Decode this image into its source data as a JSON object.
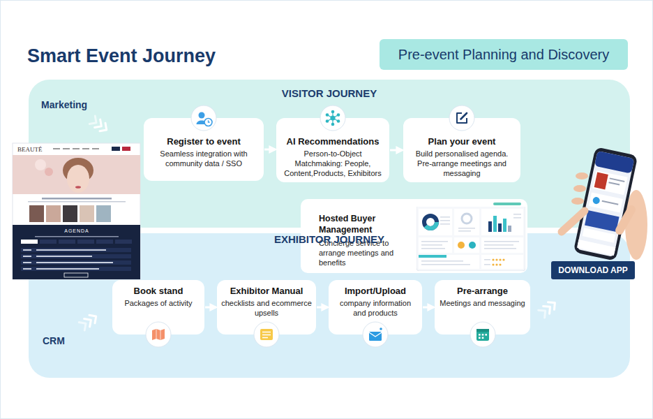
{
  "diagram": {
    "title": "Smart Event Journey",
    "nodes": [
      {
        "text": [
          "Pre-event Planning and Discovery"
        ]
      },
      {
        "text": [
          "VISITOR JOURNEY"
        ]
      },
      {
        "text": [
          "Register to event",
          "Seamless integration with community data / SSO"
        ],
        "in": 1
      },
      {
        "text": [
          "AI Recommendations",
          "Person-to-Object Matchmaking: People, Content,Products, Exhibitors"
        ],
        "in": 1
      },
      {
        "text": [
          "Plan your event",
          "Build personalised agenda. Pre-arrange meetings and messaging"
        ],
        "in": 1
      },
      {
        "text": [
          "Hosted Buyer Management",
          "Concierge service to arrange meetings and benefits"
        ]
      },
      {
        "text": [
          "EXHIBITOR JOURNEY"
        ]
      },
      {
        "text": [
          "Book stand",
          "Packages of activity"
        ],
        "in": 6
      },
      {
        "text": [
          "Exhibitor Manual",
          "checklists and ecommerce upsells"
        ],
        "in": 6
      },
      {
        "text": [
          "Import/Upload",
          "company information and products"
        ],
        "in": 6
      },
      {
        "text": [
          "Pre-arrange",
          "Meetings and messaging"
        ],
        "in": 6
      },
      {
        "text": [
          "DOWNLOAD APP"
        ]
      }
    ],
    "edges": [
      {
        "from": 2,
        "to": 3,
        "arrow": "to"
      },
      {
        "from": 3,
        "to": 4,
        "arrow": "to"
      },
      {
        "from": 7,
        "to": 8,
        "arrow": "to"
      },
      {
        "from": 8,
        "to": 9,
        "arrow": "to"
      },
      {
        "from": 9,
        "to": 10,
        "arrow": "to"
      }
    ],
    "labels": [
      "Marketing",
      "CRM",
      "BEAUTÉ",
      "AGENDA"
    ]
  }
}
